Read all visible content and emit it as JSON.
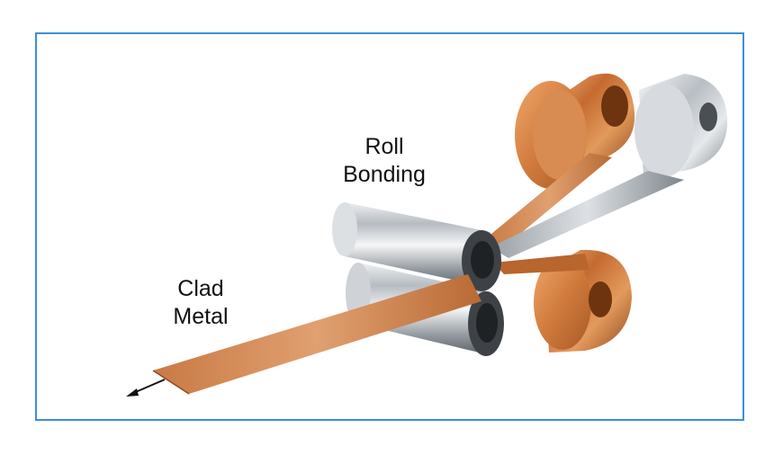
{
  "labels": {
    "roll_bonding_line1": "Roll",
    "roll_bonding_line2": "Bonding",
    "clad_metal_line1": "Clad",
    "clad_metal_line2": "Metal"
  },
  "colors": {
    "frame_border": "#3e8ed8",
    "copper": "#c9743e",
    "steel": "#c7ccd2",
    "text": "#111111"
  },
  "icons": [
    "arrow-left-down-icon"
  ]
}
